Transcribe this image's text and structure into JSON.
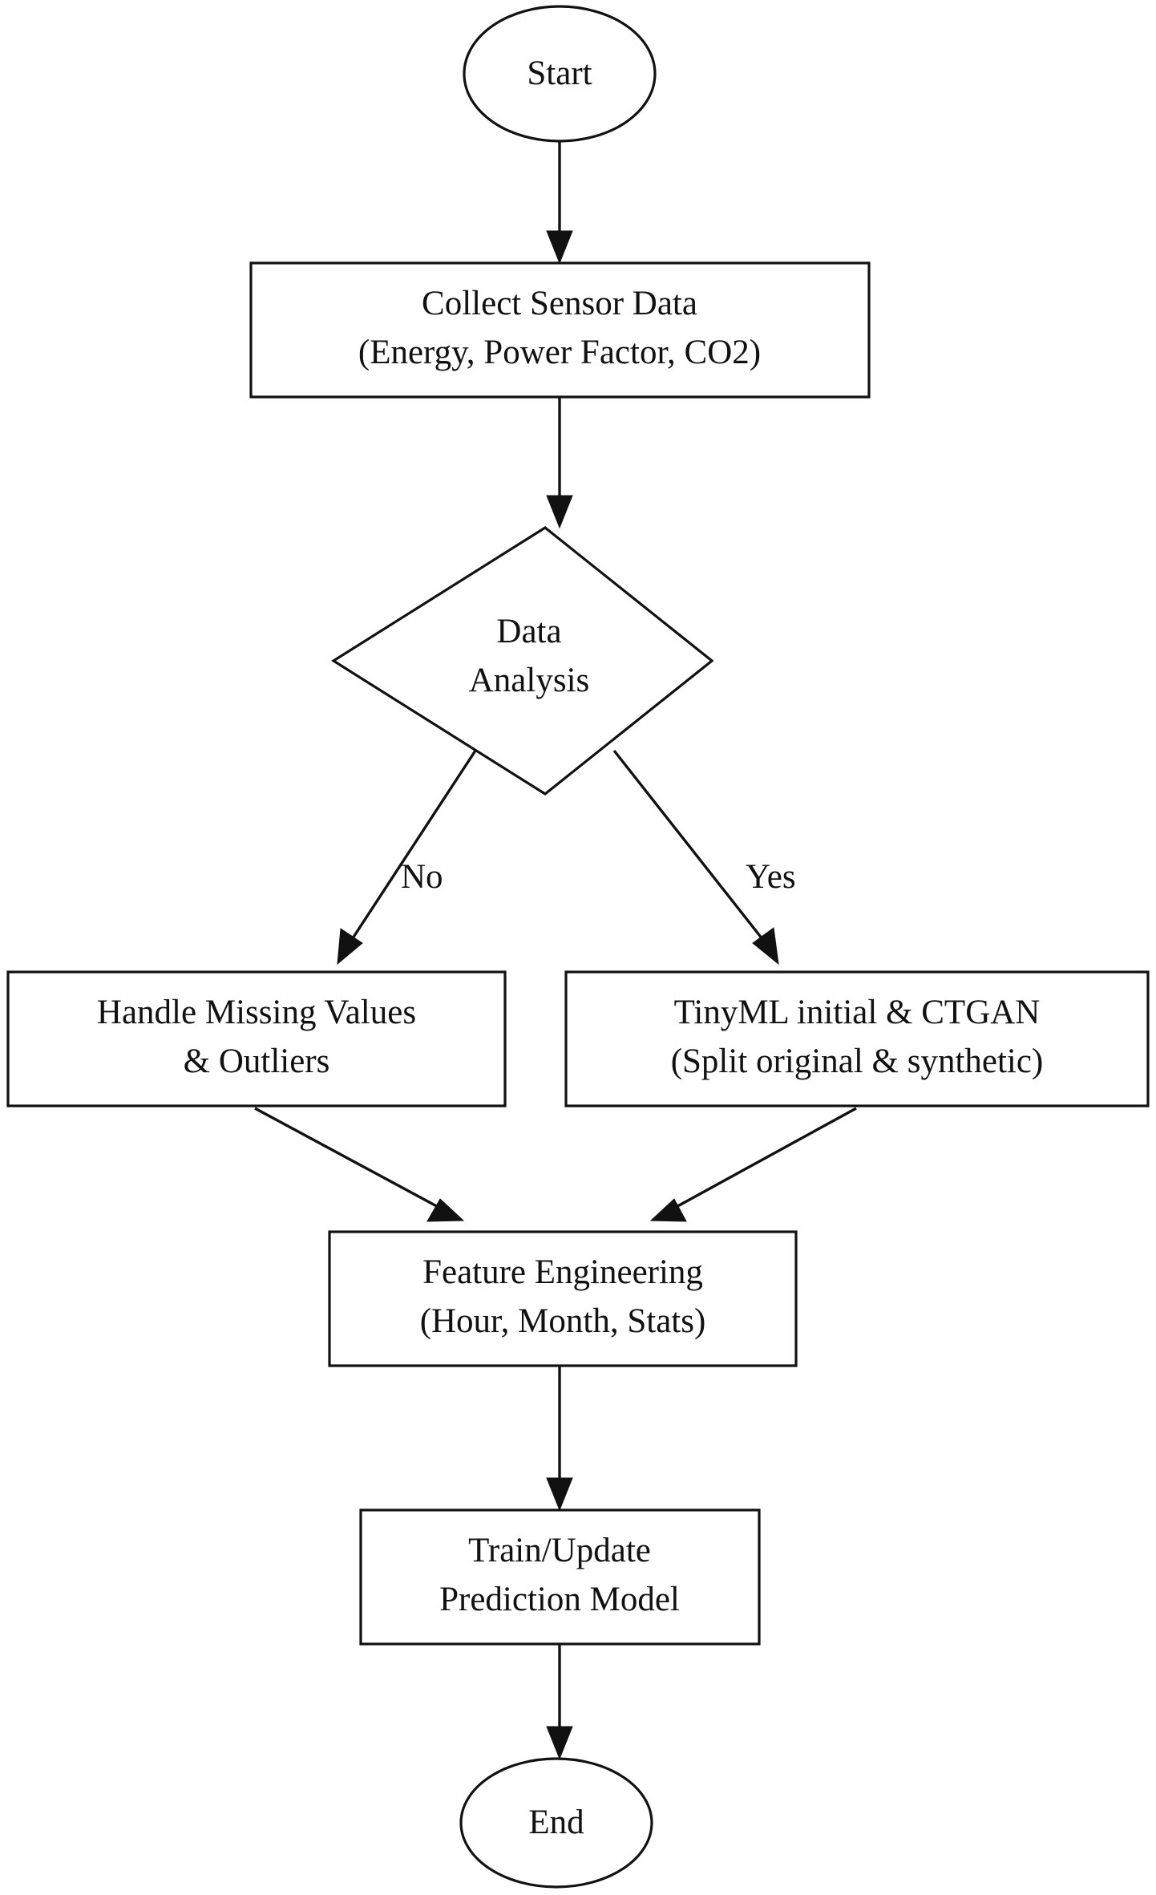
{
  "diagram": {
    "type": "flowchart",
    "orientation": "top-to-bottom",
    "background_color": "#ffffff",
    "stroke_color": "#111111",
    "fill_color": "#ffffff",
    "nodes": [
      {
        "id": "start",
        "shape": "ellipse",
        "lines": [
          "Start"
        ],
        "line1": "Start",
        "line2": ""
      },
      {
        "id": "collect",
        "shape": "rectangle",
        "lines": [
          "Collect Sensor Data",
          "(Energy, Power Factor, CO2)"
        ],
        "line1": "Collect Sensor Data",
        "line2": "(Energy, Power Factor, CO2)"
      },
      {
        "id": "analysis",
        "shape": "diamond",
        "lines": [
          "Data",
          "Analysis"
        ],
        "line1": "Data",
        "line2": "Analysis"
      },
      {
        "id": "handle",
        "shape": "rectangle",
        "lines": [
          "Handle Missing Values",
          "& Outliers"
        ],
        "line1": "Handle Missing Values",
        "line2": "& Outliers"
      },
      {
        "id": "tinyml",
        "shape": "rectangle",
        "lines": [
          "TinyML initial & CTGAN",
          "(Split original & synthetic)"
        ],
        "line1": "TinyML initial & CTGAN",
        "line2": "(Split original & synthetic)"
      },
      {
        "id": "feature",
        "shape": "rectangle",
        "lines": [
          "Feature Engineering",
          "(Hour, Month, Stats)"
        ],
        "line1": "Feature Engineering",
        "line2": "(Hour, Month, Stats)"
      },
      {
        "id": "train",
        "shape": "rectangle",
        "lines": [
          "Train/Update",
          "Prediction Model"
        ],
        "line1": "Train/Update",
        "line2": "Prediction Model"
      },
      {
        "id": "end",
        "shape": "ellipse",
        "lines": [
          "End"
        ],
        "line1": "End",
        "line2": ""
      }
    ],
    "edges": [
      {
        "id": "e1",
        "from": "start",
        "to": "collect",
        "label": ""
      },
      {
        "id": "e2",
        "from": "collect",
        "to": "analysis",
        "label": ""
      },
      {
        "id": "e3",
        "from": "analysis",
        "to": "handle",
        "label": "No"
      },
      {
        "id": "e4",
        "from": "analysis",
        "to": "tinyml",
        "label": "Yes"
      },
      {
        "id": "e5",
        "from": "handle",
        "to": "feature",
        "label": ""
      },
      {
        "id": "e6",
        "from": "tinyml",
        "to": "feature",
        "label": ""
      },
      {
        "id": "e7",
        "from": "feature",
        "to": "train",
        "label": ""
      },
      {
        "id": "e8",
        "from": "train",
        "to": "end",
        "label": ""
      }
    ],
    "edge_labels": {
      "no": "No",
      "yes": "Yes"
    }
  }
}
